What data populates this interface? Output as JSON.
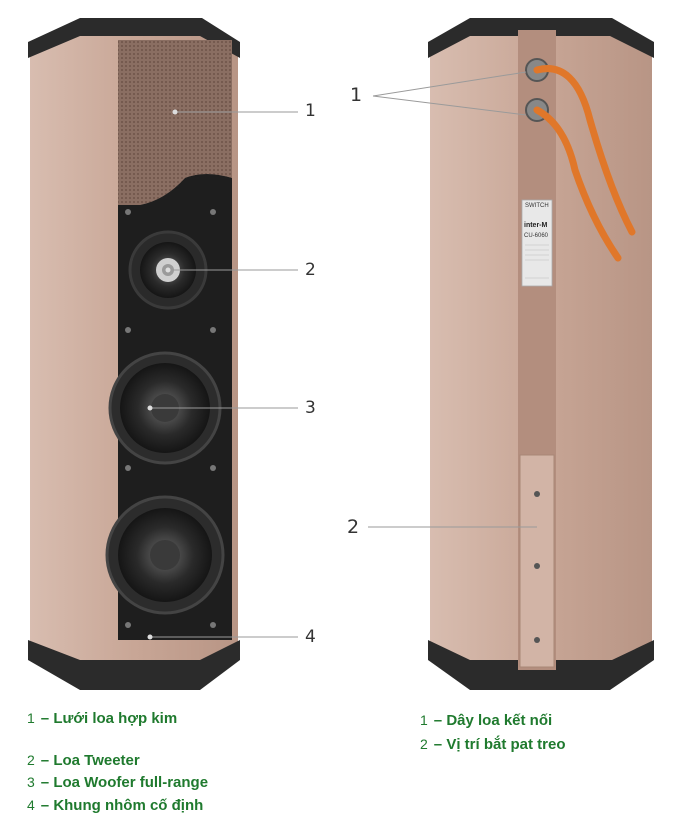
{
  "front_callouts": [
    "1",
    "2",
    "3",
    "4"
  ],
  "back_callouts": [
    "1",
    "2"
  ],
  "back_label": {
    "brand": "SWITCH",
    "model_logo": "inter-M",
    "model_code": "CU-6060"
  },
  "legend_left": [
    {
      "num": "1",
      "text": "Lưới loa hợp kim"
    },
    {
      "num": "2",
      "text": "Loa Tweeter"
    },
    {
      "num": "3",
      "text": "Loa Woofer full-range"
    },
    {
      "num": "4",
      "text": "Khung nhôm cố định"
    }
  ],
  "legend_right": [
    {
      "num": "1",
      "text": "Dây loa kết nối"
    },
    {
      "num": "2",
      "text": "Vị trí bắt pat treo"
    }
  ],
  "colors": {
    "body": "#c9a99b",
    "cap": "#2d2d2d",
    "grille": "#8c7266",
    "baffle": "#1e1e1e",
    "cable": "#e0772a",
    "legend_text": "#1f7a2e"
  }
}
